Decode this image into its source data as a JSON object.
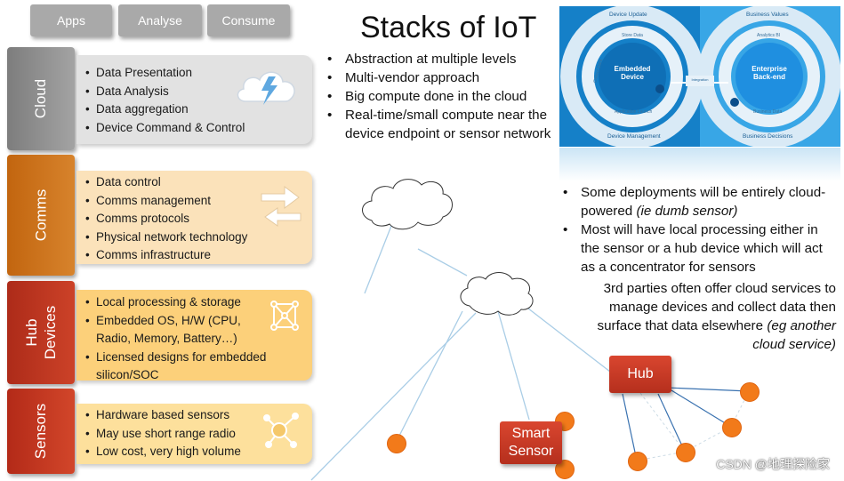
{
  "top_tabs": [
    "Apps",
    "Analyse",
    "Consume"
  ],
  "title": "Stacks of IoT",
  "layers": [
    {
      "label": "Cloud",
      "items": [
        "Data Presentation",
        "Data Analysis",
        "Data aggregation",
        "Device Command & Control"
      ],
      "color": "#8c8c8c",
      "panel_color": "#e3e3e3",
      "icon": "cloud-lightning-icon"
    },
    {
      "label": "Comms",
      "items": [
        "Data control",
        "Comms management",
        "Comms protocols",
        "Physical network technology",
        "Comms infrastructure"
      ],
      "color": "#c96b15",
      "panel_color": "#fbe3bd",
      "icon": "arrows-exchange-icon"
    },
    {
      "label": "Hub\nDevices",
      "items": [
        "Local processing & storage",
        "Embedded OS, H/W (CPU, Radio, Memory, Battery…)",
        "Licensed designs for embedded silicon/SOC"
      ],
      "color": "#b83220",
      "panel_color": "#fcd27c",
      "icon": "circuit-board-icon"
    },
    {
      "label": "Sensors",
      "items": [
        "Hardware based sensors",
        "May use short range radio",
        "Low cost, very high volume"
      ],
      "color": "#c2331d",
      "panel_color": "#fce19e",
      "icon": "sensor-network-icon"
    }
  ],
  "top_bullets": [
    "Abstraction at multiple levels",
    "Multi-vendor approach",
    "Big compute done in the cloud",
    "Real-time/small compute near the device endpoint or sensor network"
  ],
  "lower_bullets": [
    {
      "text": "Some deployments will be entirely cloud-powered",
      "note": "(ie dumb sensor)"
    },
    {
      "text": "Most will have local processing either in the sensor or a hub device which will act as a concentrator for sensors"
    },
    {
      "text": "3rd parties often offer cloud services to manage devices and collect data then surface that data elsewhere",
      "note": "(eg another cloud service)"
    }
  ],
  "infinity_diagram": {
    "left_center": "Embedded Device",
    "right_center": "Enterprise Back-end",
    "top_left": "Device Update",
    "top_right": "Business Values",
    "bottom_left": "Device Management",
    "bottom_right": "Business Decisions",
    "inner_labels": [
      "Store Data",
      "Collect Data",
      "Application Launch",
      "Analytics BI",
      "Business Data"
    ],
    "link_label": "Integration",
    "accent": "#1f8fd6"
  },
  "nodes": {
    "hub": "Hub",
    "smart_sensor": "Smart\nSensor"
  },
  "watermark": "CSDN @地理探险家"
}
